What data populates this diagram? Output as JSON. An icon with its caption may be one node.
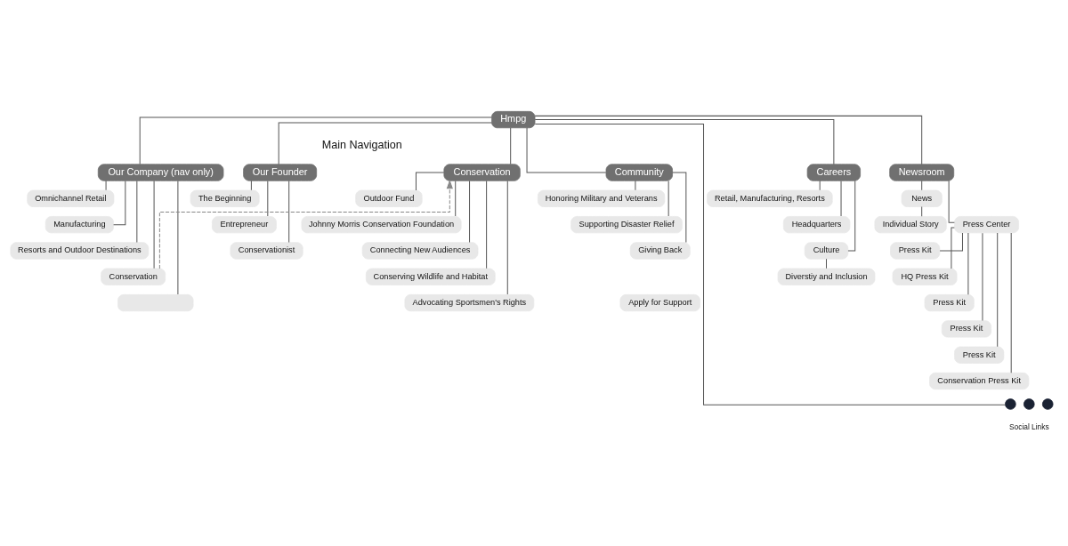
{
  "diagram": {
    "nodes": [
      {
        "text": [
          "Hmpg"
        ]
      },
      {
        "text": [
          "Our Company (nav only)"
        ]
      },
      {
        "text": [
          "Our Founder"
        ]
      },
      {
        "text": [
          "Conservation"
        ]
      },
      {
        "text": [
          "Community"
        ]
      },
      {
        "text": [
          "Careers"
        ]
      },
      {
        "text": [
          "Newsroom"
        ]
      },
      {
        "text": [
          "Omnichannel Retail"
        ]
      },
      {
        "text": [
          "Manufacturing"
        ]
      },
      {
        "text": [
          "Resorts and Outdoor Destinations"
        ]
      },
      {
        "text": [
          "Conservation"
        ]
      },
      {
        "text": [],
        "shape": "box"
      },
      {
        "text": [
          "The Beginning"
        ]
      },
      {
        "text": [
          "Entrepreneur"
        ]
      },
      {
        "text": [
          "Conservationist"
        ]
      },
      {
        "text": [
          "Outdoor Fund"
        ]
      },
      {
        "text": [
          "Johnny Morris Conservation Foundation"
        ]
      },
      {
        "text": [
          "Connecting New Audiences"
        ]
      },
      {
        "text": [
          "Conserving Wildlife and Habitat"
        ]
      },
      {
        "text": [
          "Advocating Sportsmen's Rights"
        ]
      },
      {
        "text": [
          "Honoring Military and Veterans"
        ]
      },
      {
        "text": [
          "Supporting Disaster Relief"
        ]
      },
      {
        "text": [
          "Giving Back"
        ]
      },
      {
        "text": [
          "Apply for Support"
        ]
      },
      {
        "text": [
          "Retail, Manufacturing, Resorts"
        ]
      },
      {
        "text": [
          "Headquarters"
        ]
      },
      {
        "text": [
          "Culture"
        ]
      },
      {
        "text": [
          "Diverstiy and Inclusion"
        ]
      },
      {
        "text": [
          "News"
        ]
      },
      {
        "text": [
          "Individual Story"
        ]
      },
      {
        "text": [
          "Press Center"
        ]
      },
      {
        "text": [
          "Press Kit"
        ]
      },
      {
        "text": [
          "HQ Press Kit"
        ]
      },
      {
        "text": [
          "Press Kit"
        ]
      },
      {
        "text": [
          "Press Kit"
        ]
      },
      {
        "text": [
          "Press Kit"
        ]
      },
      {
        "text": [
          "Conservation Press Kit"
        ]
      },
      {
        "text": [],
        "shape": "circle"
      },
      {
        "text": [],
        "shape": "circle"
      },
      {
        "text": [],
        "shape": "circle"
      }
    ],
    "edges": [
      {
        "from": 0,
        "to": 1,
        "arrow": "none"
      },
      {
        "from": 0,
        "to": 2,
        "arrow": "none"
      },
      {
        "from": 0,
        "to": 3,
        "arrow": "none"
      },
      {
        "from": 0,
        "to": 4,
        "arrow": "none"
      },
      {
        "from": 0,
        "to": 5,
        "arrow": "none"
      },
      {
        "from": 0,
        "to": 6,
        "arrow": "none"
      },
      {
        "from": 1,
        "to": 7,
        "arrow": "none"
      },
      {
        "from": 1,
        "to": 8,
        "arrow": "none"
      },
      {
        "from": 1,
        "to": 9,
        "arrow": "none"
      },
      {
        "from": 1,
        "to": 10,
        "arrow": "none"
      },
      {
        "from": 1,
        "to": 11,
        "arrow": "none"
      },
      {
        "from": 2,
        "to": 12,
        "arrow": "none"
      },
      {
        "from": 2,
        "to": 13,
        "arrow": "none"
      },
      {
        "from": 2,
        "to": 14,
        "arrow": "none"
      },
      {
        "from": 3,
        "to": 15,
        "arrow": "none"
      },
      {
        "from": 3,
        "to": 16,
        "arrow": "none"
      },
      {
        "from": 3,
        "to": 17,
        "arrow": "none"
      },
      {
        "from": 3,
        "to": 18,
        "arrow": "none"
      },
      {
        "from": 3,
        "to": 19,
        "arrow": "none"
      },
      {
        "from": 10,
        "to": 3,
        "arrow": "to",
        "style": "dashed"
      },
      {
        "from": 4,
        "to": 20,
        "arrow": "none"
      },
      {
        "from": 4,
        "to": 21,
        "arrow": "none"
      },
      {
        "from": 4,
        "to": 22,
        "arrow": "none"
      },
      {
        "from": 5,
        "to": 24,
        "arrow": "none"
      },
      {
        "from": 5,
        "to": 25,
        "arrow": "none"
      },
      {
        "from": 5,
        "to": 26,
        "arrow": "none"
      },
      {
        "from": 26,
        "to": 27,
        "arrow": "none"
      },
      {
        "from": 6,
        "to": 28,
        "arrow": "none"
      },
      {
        "from": 28,
        "to": 29,
        "arrow": "none"
      },
      {
        "from": 6,
        "to": 30,
        "arrow": "none"
      },
      {
        "from": 30,
        "to": 31,
        "arrow": "none"
      },
      {
        "from": 30,
        "to": 32,
        "arrow": "none"
      },
      {
        "from": 30,
        "to": 33,
        "arrow": "none"
      },
      {
        "from": 30,
        "to": 34,
        "arrow": "none"
      },
      {
        "from": 30,
        "to": 35,
        "arrow": "none"
      },
      {
        "from": 30,
        "to": 36,
        "arrow": "none"
      },
      {
        "from": 0,
        "to": 37,
        "arrow": "none"
      }
    ],
    "labels": [
      "Main Navigation",
      "Social Links"
    ]
  }
}
